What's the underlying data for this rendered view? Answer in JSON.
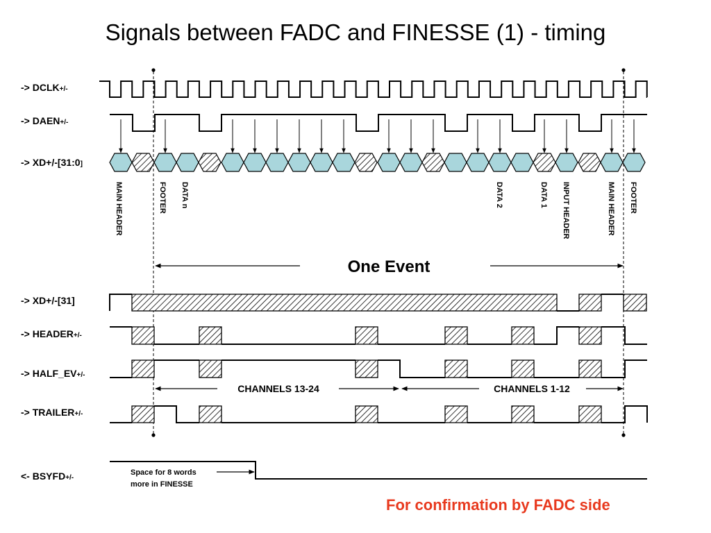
{
  "title": "Signals between FADC and FINESSE (1) - timing",
  "signals": [
    {
      "key": "dclk",
      "prefix": "-> DCLK",
      "suffix": "+/-"
    },
    {
      "key": "daen",
      "prefix": "-> DAEN",
      "suffix": "+/-"
    },
    {
      "key": "xd",
      "prefix": "-> XD+/-[31:0",
      "suffix": "]"
    },
    {
      "key": "xd31",
      "prefix": "-> XD+/-[31]",
      "suffix": ""
    },
    {
      "key": "header",
      "prefix": "-> HEADER",
      "suffix": "+/-"
    },
    {
      "key": "half_ev",
      "prefix": "-> HALF_EV",
      "suffix": "+/-"
    },
    {
      "key": "trailer",
      "prefix": "-> TRAILER",
      "suffix": "+/-"
    },
    {
      "key": "bsyfd",
      "prefix": "<- BSYFD",
      "suffix": "+/-"
    }
  ],
  "word_labels": {
    "main_header_1": "MAIN HEADER",
    "footer_1": "FOOTER",
    "data_n": "DATA n",
    "data_2": "DATA 2",
    "data_1": "DATA 1",
    "input_header": "INPUT HEADER",
    "main_header_2": "MAIN HEADER",
    "footer_2": "FOOTER"
  },
  "one_event": "One Event",
  "channels_a": "CHANNELS 13-24",
  "channels_b": "CHANNELS 1-12",
  "bsy_note_line1": "Space for 8 words",
  "bsy_note_line2": "more in FINESSE",
  "confirmation": "For confirmation by FADC side",
  "colors": {
    "data_fill": "#a9d6dc",
    "confirm_text": "#e8391e"
  }
}
